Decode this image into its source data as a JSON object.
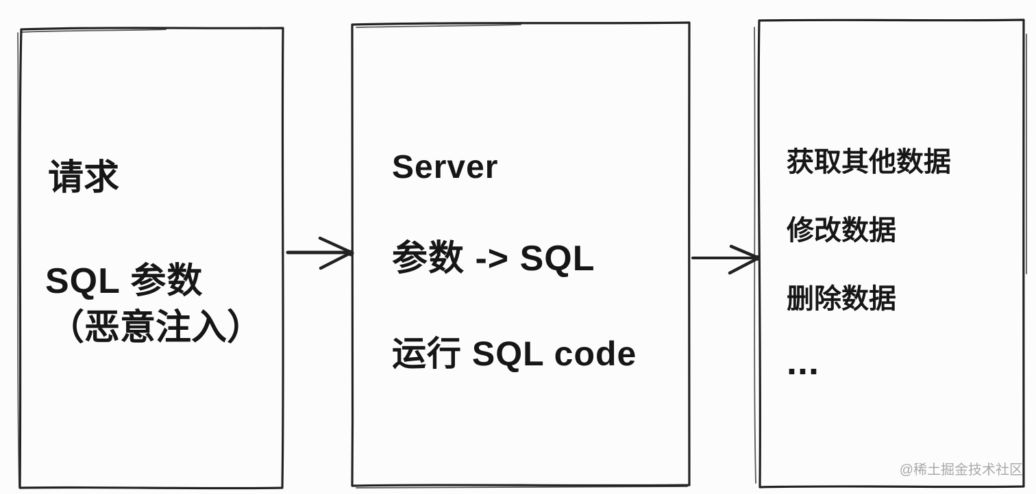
{
  "colors": {
    "background": "#fcfcfc",
    "ink": "#222222",
    "text": "#161616",
    "watermark": "#a8a8a8"
  },
  "request_box": {
    "line1": "请求",
    "line2": "SQL 参数",
    "line3": "（恶意注入）"
  },
  "server_box": {
    "line1": "Server",
    "line2": "参数 -> SQL",
    "line3": "运行 SQL code"
  },
  "effects_box": {
    "line1": "获取其他数据",
    "line2": "修改数据",
    "line3": "删除数据",
    "line4": "..."
  },
  "watermark": "@稀土掘金技术社区"
}
